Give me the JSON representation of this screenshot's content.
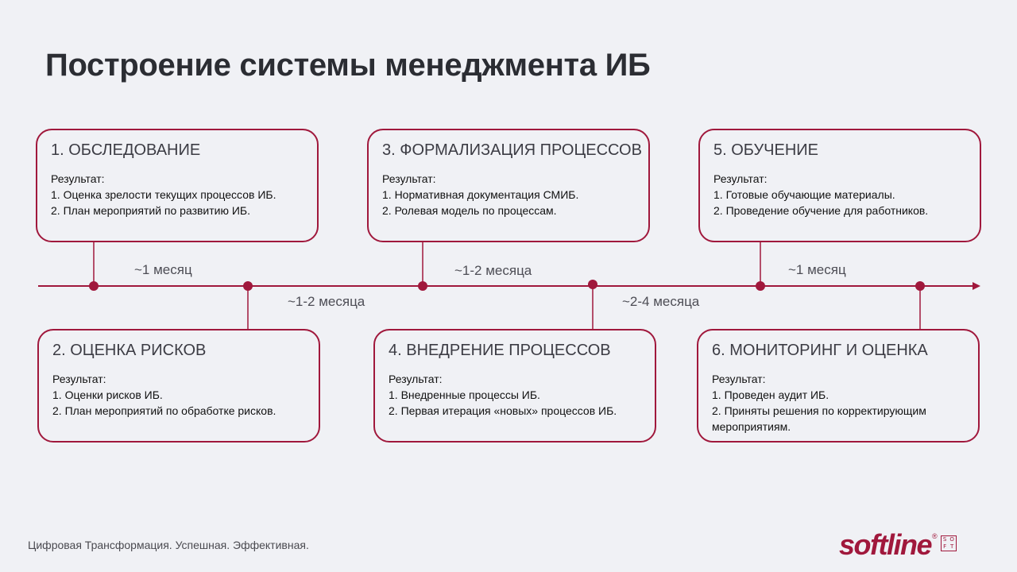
{
  "title": "Построение системы менеджмента ИБ",
  "stages": [
    {
      "heading": "1. ОБСЛЕДОВАНИЕ",
      "result_label": "Результат:",
      "lines": [
        "1. Оценка зрелости текущих процессов ИБ.",
        "2. План мероприятий по развитию ИБ."
      ]
    },
    {
      "heading": "2. ОЦЕНКА РИСКОВ",
      "result_label": "Результат:",
      "lines": [
        "1. Оценки рисков ИБ.",
        "2. План мероприятий по обработке рисков."
      ]
    },
    {
      "heading": "3. ФОРМАЛИЗАЦИЯ ПРОЦЕССОВ",
      "result_label": "Результат:",
      "lines": [
        "1. Нормативная документация СМИБ.",
        "2. Ролевая модель по процессам."
      ]
    },
    {
      "heading": "4. ВНЕДРЕНИЕ ПРОЦЕССОВ",
      "result_label": "Результат:",
      "lines": [
        "1. Внедренные процессы ИБ.",
        "2. Первая итерация «новых» процессов ИБ."
      ]
    },
    {
      "heading": "5. ОБУЧЕНИЕ",
      "result_label": "Результат:",
      "lines": [
        "1. Готовые обучающие материалы.",
        "2. Проведение обучение для работников."
      ]
    },
    {
      "heading": "6. МОНИТОРИНГ И ОЦЕНКА",
      "result_label": "Результат:",
      "lines": [
        "1. Проведен аудит ИБ.",
        "2. Приняты решения по корректирующим",
        "мероприятиям."
      ]
    }
  ],
  "durations": [
    "~1 месяц",
    "~1-2 месяца",
    "~1-2 месяца",
    "~2-4 месяца",
    "~1 месяц"
  ],
  "footer": "Цифровая Трансформация. Успешная. Эффективная.",
  "logo": {
    "word": "softline",
    "reg": "®",
    "soft_letters": [
      "S",
      "O",
      "F",
      "T"
    ]
  },
  "colors": {
    "accent": "#a0183c",
    "background": "#f0f1f5"
  }
}
